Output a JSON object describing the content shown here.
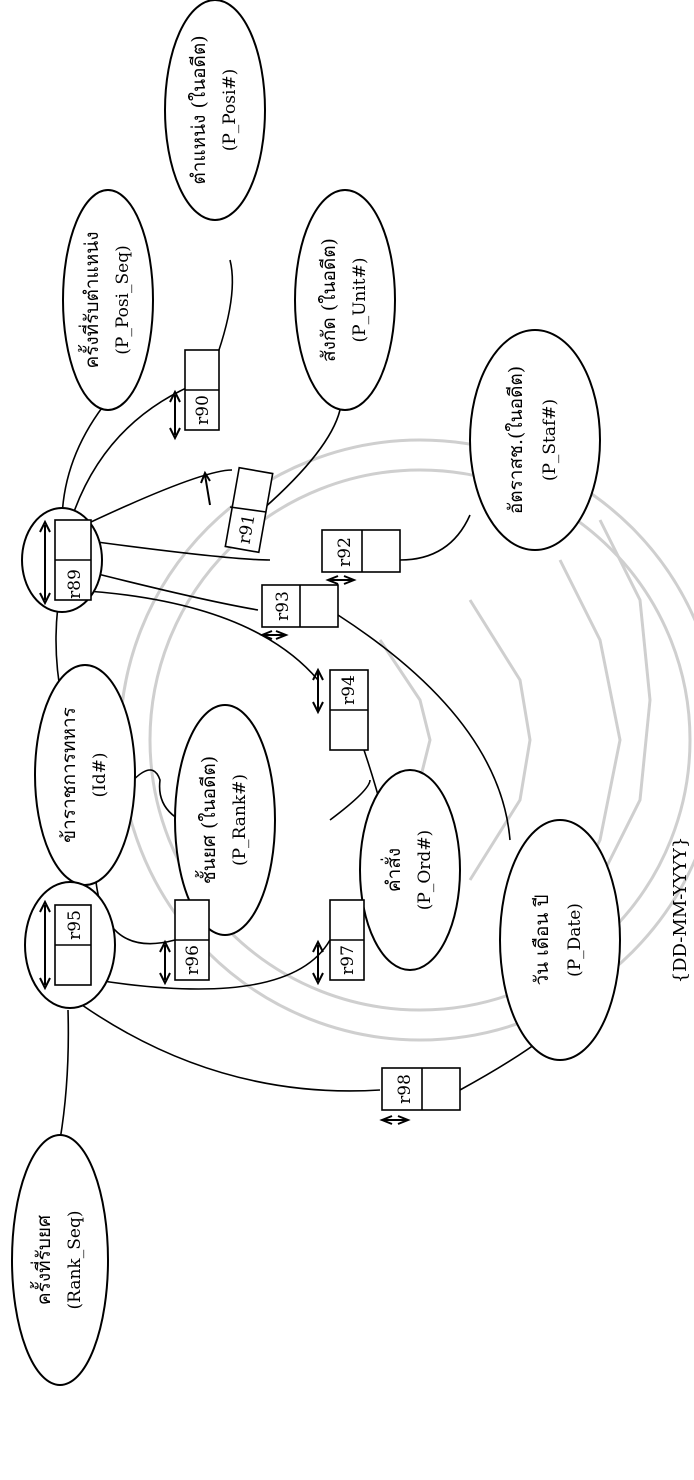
{
  "entities": {
    "rank_seq": {
      "name": "ครั้งที่รับยศ",
      "key": "(Rank_Seq)"
    },
    "officer": {
      "name": "ข้าราชการทหาร",
      "key": "(Id#)"
    },
    "posi_seq": {
      "name": "ครั้งที่รับตำแหน่ง",
      "key": "(P_Posi_Seq)"
    },
    "p_posi": {
      "name": "ตำแหน่ง (ในอดีต)",
      "key": "(P_Posi#)"
    },
    "p_unit": {
      "name": "สังกัด (ในอดีต)",
      "key": "(P_Unit#)"
    },
    "p_staff": {
      "name": "อัตราสช.(ในอดีต)",
      "key": "(P_Staf#)"
    },
    "p_rank": {
      "name": "ชั้นยศ (ในอดีต)",
      "key": "(P_Rank#)"
    },
    "p_order": {
      "name": "คำสั่ง",
      "key": "(P_Ord#)"
    },
    "p_date": {
      "name": "วัน เดือน ปี",
      "key": "(P_Date)"
    }
  },
  "relations": {
    "r89": "r89",
    "r90": "r90",
    "r91": "r91",
    "r92": "r92",
    "r93": "r93",
    "r94": "r94",
    "r95": "r95",
    "r96": "r96",
    "r97": "r97",
    "r98": "r98"
  },
  "date_format": "{DD-MM-YYYY}"
}
